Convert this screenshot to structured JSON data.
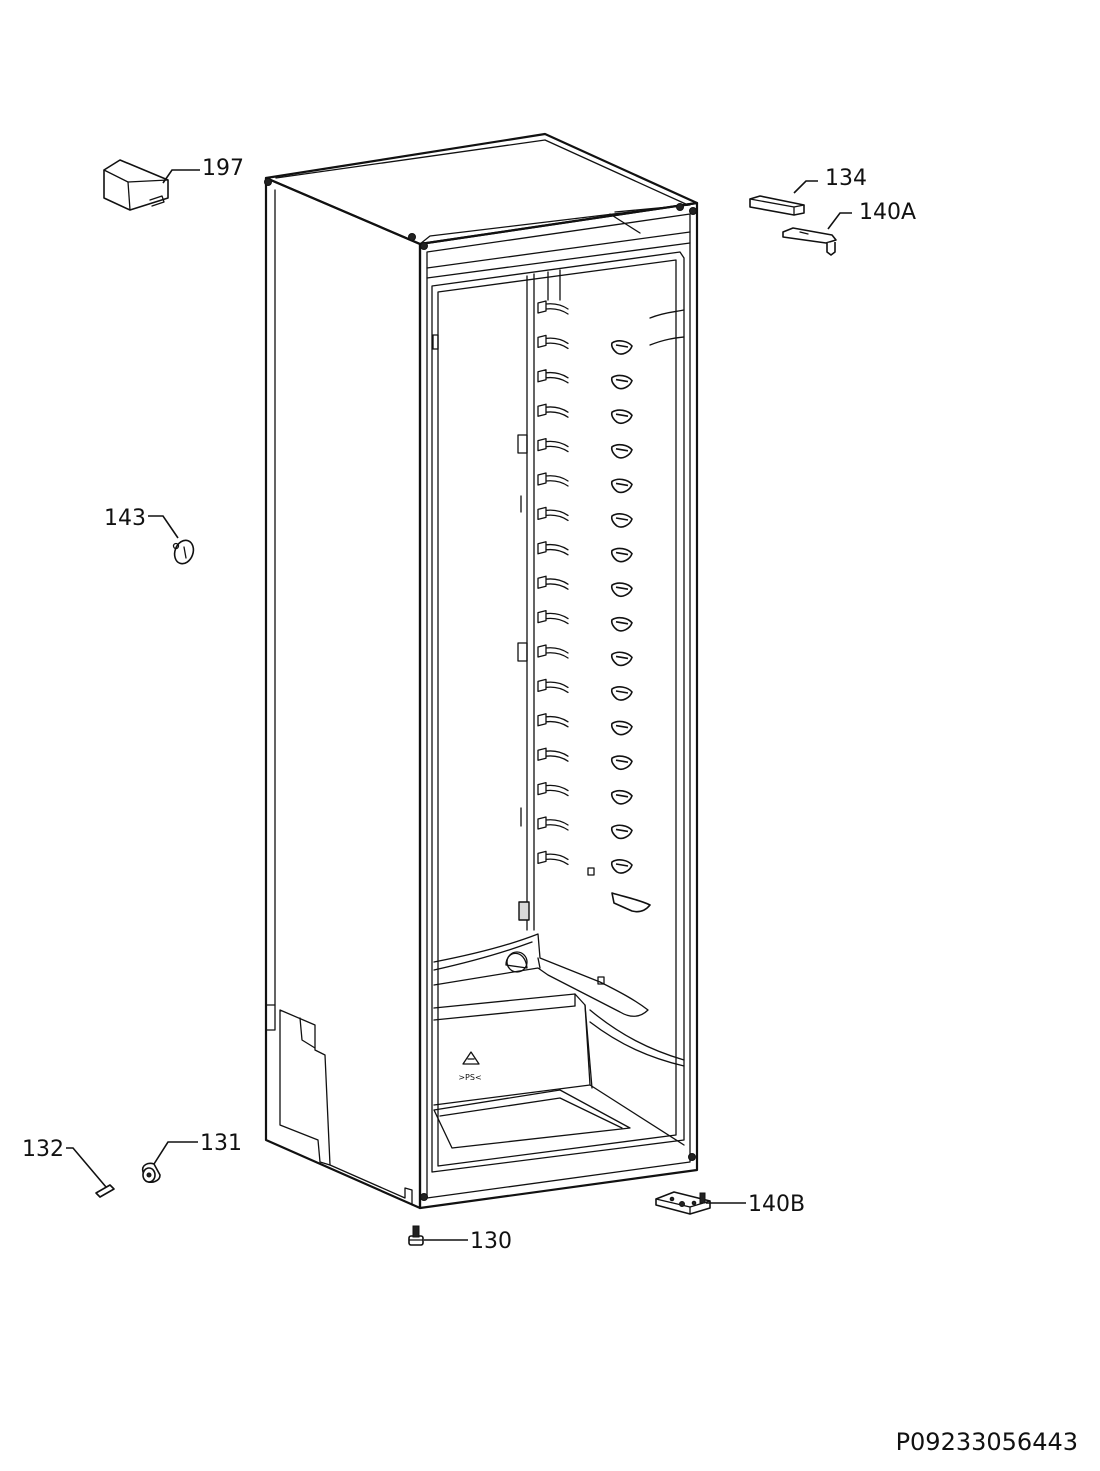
{
  "callouts": {
    "c197": "197",
    "c134": "134",
    "c140a": "140A",
    "c143": "143",
    "c132": "132",
    "c131": "131",
    "c130": "130",
    "c140b": "140B"
  },
  "drawing_number": "P09233056443",
  "recycle_mark": ">PS<"
}
